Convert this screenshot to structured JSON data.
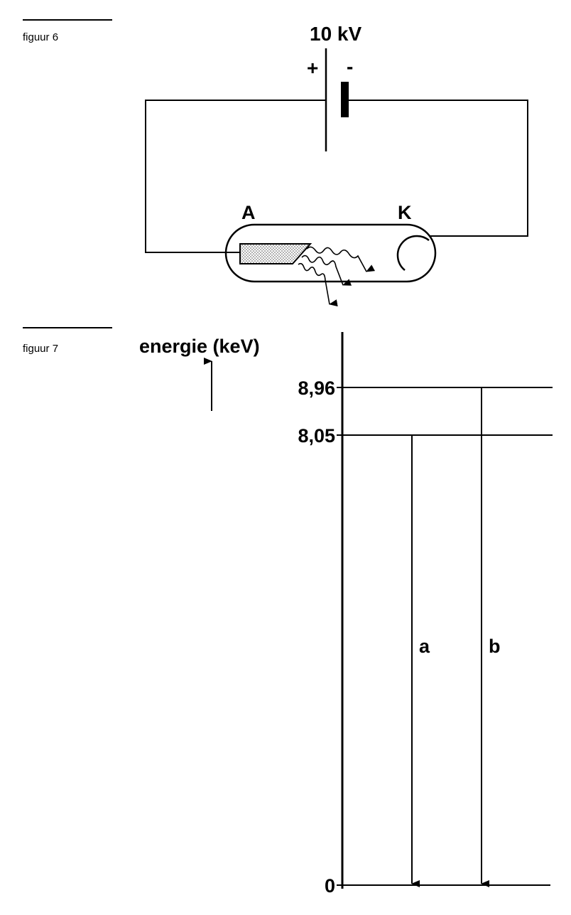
{
  "figure6": {
    "caption": "figuur 6",
    "voltage": "10 kV",
    "plus": "+",
    "minus": "-",
    "anode": "A",
    "cathode": "K"
  },
  "figure7": {
    "caption": "figuur 7",
    "ylabel": "energie (keV)",
    "levels": [
      {
        "value": 8.96,
        "label": "8,96"
      },
      {
        "value": 8.05,
        "label": "8,05"
      },
      {
        "value": 0,
        "label": "0"
      }
    ],
    "transitions": [
      {
        "label": "a",
        "from": 8.05,
        "to": 0
      },
      {
        "label": "b",
        "from": 8.96,
        "to": 0
      }
    ]
  }
}
